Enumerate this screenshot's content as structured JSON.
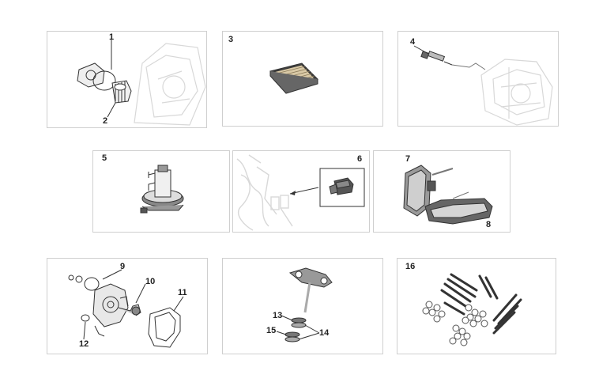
{
  "labels": {
    "l1": "1",
    "l2": "2",
    "l3": "3",
    "l4": "4",
    "l5": "5",
    "l6": "6",
    "l7": "7",
    "l8": "8",
    "l9": "9",
    "l10": "10",
    "l11": "11",
    "l12": "12",
    "l13": "13",
    "l14": "14",
    "l15": "15",
    "l16": "16"
  },
  "colors": {
    "border": "#cfcfcf",
    "line": "#333333",
    "ghost": "#d8d8d8"
  }
}
